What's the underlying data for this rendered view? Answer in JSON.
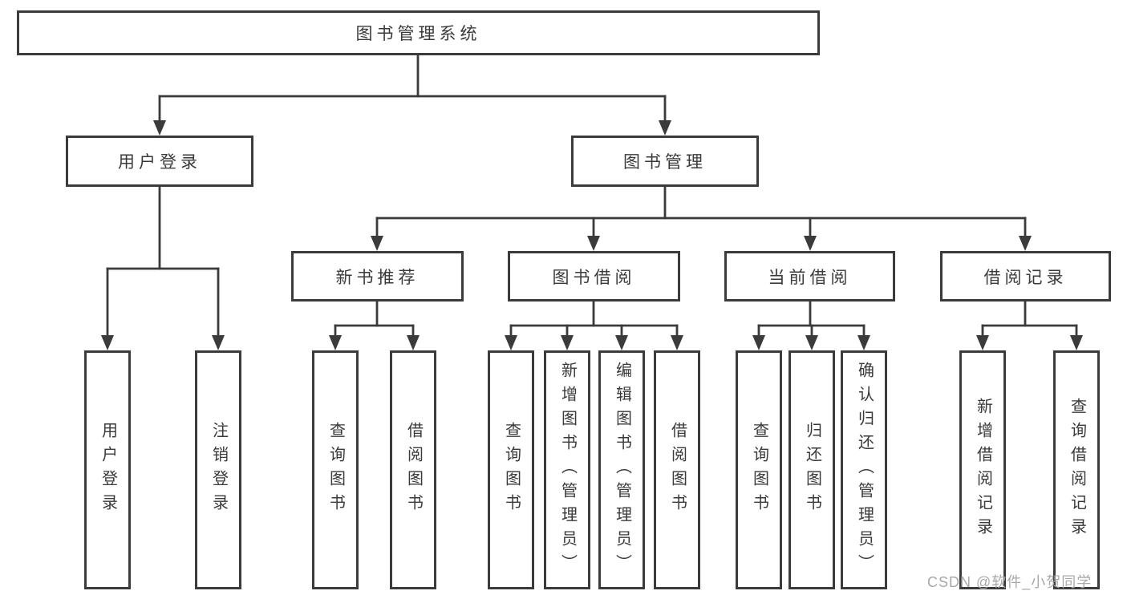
{
  "root": {
    "label": "图书管理系统"
  },
  "level2": [
    {
      "label": "用户登录",
      "parent": "图书管理系统"
    },
    {
      "label": "图书管理",
      "parent": "图书管理系统"
    }
  ],
  "level3": [
    {
      "label": "新书推荐",
      "parent": "图书管理"
    },
    {
      "label": "图书借阅",
      "parent": "图书管理"
    },
    {
      "label": "当前借阅",
      "parent": "图书管理"
    },
    {
      "label": "借阅记录",
      "parent": "图书管理"
    }
  ],
  "leaves": [
    {
      "label": "用户登录",
      "parent": "用户登录"
    },
    {
      "label": "注销登录",
      "parent": "用户登录"
    },
    {
      "label": "查询图书",
      "parent": "新书推荐"
    },
    {
      "label": "借阅图书",
      "parent": "新书推荐"
    },
    {
      "label": "查询图书",
      "parent": "图书借阅"
    },
    {
      "label": "新增图书（管理员）",
      "parent": "图书借阅"
    },
    {
      "label": "编辑图书（管理员）",
      "parent": "图书借阅"
    },
    {
      "label": "借阅图书",
      "parent": "图书借阅"
    },
    {
      "label": "查询图书",
      "parent": "当前借阅"
    },
    {
      "label": "归还图书",
      "parent": "当前借阅"
    },
    {
      "label": "确认归还（管理员）",
      "parent": "当前借阅"
    },
    {
      "label": "新增借阅记录",
      "parent": "借阅记录"
    },
    {
      "label": "查询借阅记录",
      "parent": "借阅记录"
    }
  ],
  "watermark": {
    "text": "CSDN @软件_小贺同学"
  },
  "colors": {
    "line": "#3b3b3b",
    "text": "#3a3a3a",
    "background": "#ffffff",
    "watermark": "#a8a8a8"
  }
}
